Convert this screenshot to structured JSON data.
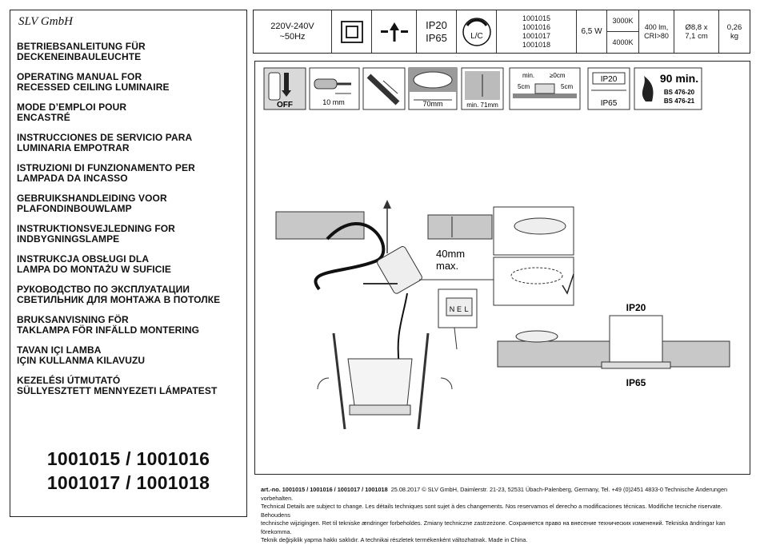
{
  "brand": "SLV GmbH",
  "titles": [
    "BETRIEBSANLEITUNG FÜR\nDECKENEINBAULEUCHTE",
    "OPERATING MANUAL FOR\nRECESSED CEILING LUMINAIRE",
    "MODE D’EMPLOI POUR\nENCASTRÉ",
    "INSTRUCCIONES DE SERVICIO PARA\nLUMINARIA EMPOTRAR",
    "ISTRUZIONI DI FUNZIONAMENTO PER\nLAMPADA DA INCASSO",
    "GEBRUIKSHANDLEIDING VOOR\nPLAFONDINBOUWLAMP",
    "INSTRUKTIONSVEJLEDNING FOR\nINDBYGNINGSLAMPE",
    "INSTRUKCJA OBSŁUGI DLA\nLAMPA DO MONTAŻU W SUFICIE",
    "РУКОВОДСТВО ПО ЭКСПЛУАТАЦИИ\nСВЕТИЛЬНИК ДЛЯ МОНТАЖА В ПОТОЛКЕ",
    "BRUKSANVISNING FÖR\nTAKLAMPA FÖR INFÄLLD MONTERING",
    "TAVAN IÇI LAMBA\nIÇIN KULLANMA KILAVUZU",
    "KEZELÉSI ÚTMUTATÓ\nSÜLLYESZTETT MENNYEZETI LÁMPATEST"
  ],
  "article_numbers": [
    "1001015 / 1001016",
    "1001017 / 1001018"
  ],
  "spec": {
    "voltage": "220V-240V\n~50Hz",
    "ip_ratings": [
      "IP20",
      "IP65"
    ],
    "lc_label": "L/C",
    "items": [
      "1001015",
      "1001016",
      "1001017",
      "1001018"
    ],
    "power": "6,5 W",
    "color_temps": [
      "3000K",
      "4000K"
    ],
    "lumen": "400 lm,\nCRI>80",
    "dimensions": "Ø8,8 x\n7,1 cm",
    "weight": "0,26\nkg"
  },
  "icons": {
    "off_label": "OFF",
    "strip_length": "10 mm",
    "cutout": "70mm",
    "depth": "min. 71mm",
    "spacing_min": "min.",
    "spacing_top": "≥0cm",
    "spacing_side": "5cm",
    "ip_top": "IP20",
    "ip_bottom": "IP65",
    "fire_time": "90 min.",
    "fire_std_1": "BS 476-20",
    "fire_std_2": "BS 476-21"
  },
  "diagram": {
    "ceiling_thickness": "40mm\nmax.",
    "terminal": [
      "N",
      "E",
      "L"
    ],
    "label_ip20": "IP20",
    "label_ip65": "IP65"
  },
  "footer": {
    "line1_bold": "art.-no. 1001015 / 1001016 / 1001017 / 1001018",
    "line1": "25.08.2017 © SLV GmbH, Daimlerstr. 21-23, 52531 Übach-Palenberg, Germany, Tel. +49 (0)2451 4833-0    Technische Änderungen vorbehalten.",
    "line2": "Technical Details are subject to change. Les détails techniques sont sujet à des changements. Nos reservamos el derecho a modificaciones técnicas. Modifiche tecniche riservate. Behoudens",
    "line3": "technische wijzigingen. Ret til tekniske ændringer forbeholdes. Zmiany techniczne zastrzeżone. Сохраняется право на внесение технических изменений. Tekniska ändringar kan förekomma.",
    "line4": "Teknik değişiklik yapma hakkı saklıdır. A technikai részletek termékenként változhatnak. Made in China."
  }
}
